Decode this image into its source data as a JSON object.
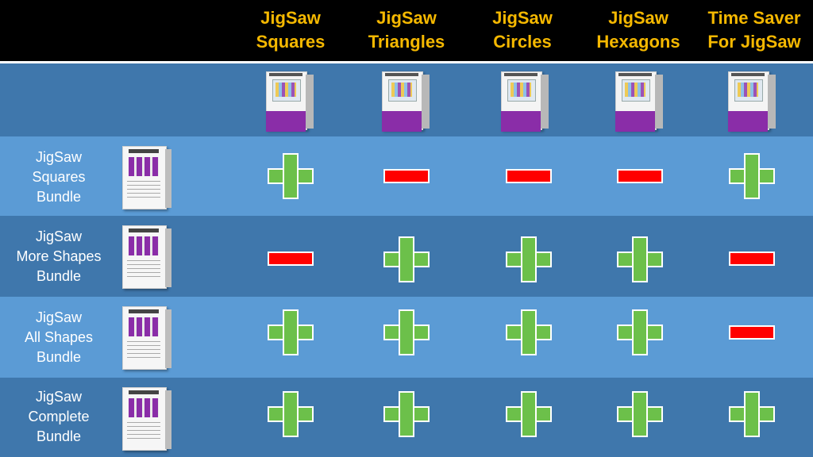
{
  "columns": [
    {
      "line1": "JigSaw",
      "line2": "Squares"
    },
    {
      "line1": "JigSaw",
      "line2": "Triangles"
    },
    {
      "line1": "JigSaw",
      "line2": "Circles"
    },
    {
      "line1": "JigSaw",
      "line2": "Hexagons"
    },
    {
      "line1": "Time Saver",
      "line2": "For JigSaw"
    }
  ],
  "rows": [
    {
      "line1": "JigSaw",
      "line2": "Squares",
      "line3": "Bundle",
      "marks": [
        "plus",
        "minus",
        "minus",
        "minus",
        "plus"
      ]
    },
    {
      "line1": "JigSaw",
      "line2": "More Shapes",
      "line3": "Bundle",
      "marks": [
        "minus",
        "plus",
        "plus",
        "plus",
        "minus"
      ]
    },
    {
      "line1": "JigSaw",
      "line2": "All Shapes",
      "line3": "Bundle",
      "marks": [
        "plus",
        "plus",
        "plus",
        "plus",
        "minus"
      ]
    },
    {
      "line1": "JigSaw",
      "line2": "Complete",
      "line3": "Bundle",
      "marks": [
        "plus",
        "plus",
        "plus",
        "plus",
        "plus"
      ]
    }
  ],
  "icons": {
    "product_box": "product-box-icon",
    "bundle_box": "bundle-box-icon",
    "included": "plus-icon",
    "not_included": "minus-icon"
  },
  "colors": {
    "header_text": "#f5b800",
    "included": "#6cc04a",
    "not_included": "#ff0000",
    "row_light": "#5b9bd5",
    "row_dark": "#3f77ac"
  }
}
